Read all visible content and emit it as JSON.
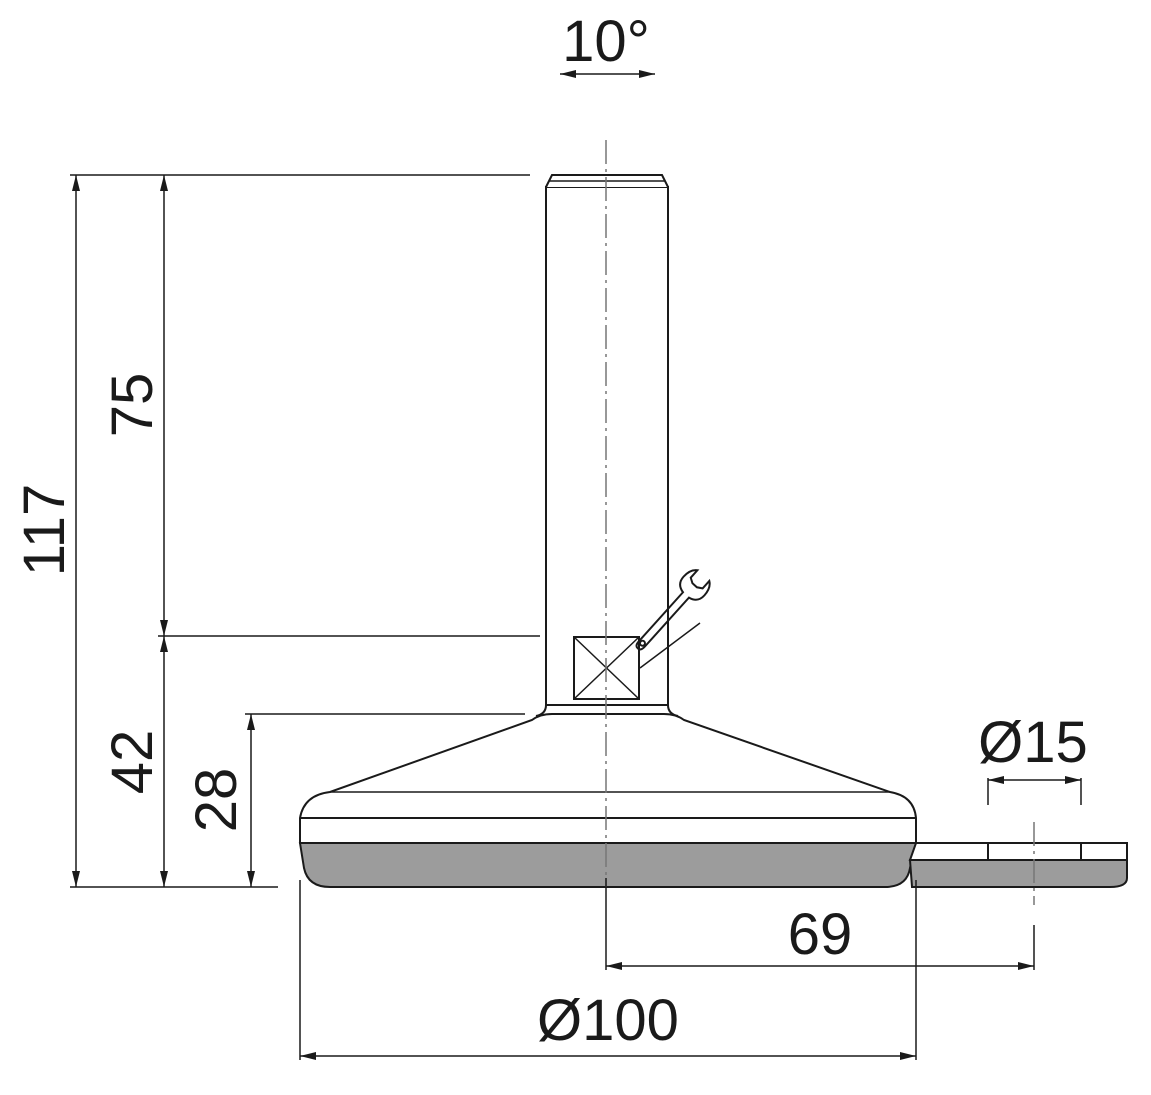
{
  "drawing": {
    "tilt_angle": "10°",
    "height_total": "117",
    "stem_length": "75",
    "base_height": "42",
    "foot_height": "28",
    "base_diameter": "Ø100",
    "hole_diameter": "Ø15",
    "hole_offset": "69"
  },
  "icons": {
    "adjust_tool": "wrench-icon"
  },
  "colors": {
    "line": "#1a1a1a",
    "rubber_pad": "#9c9c9c",
    "centerline": "#777777"
  }
}
